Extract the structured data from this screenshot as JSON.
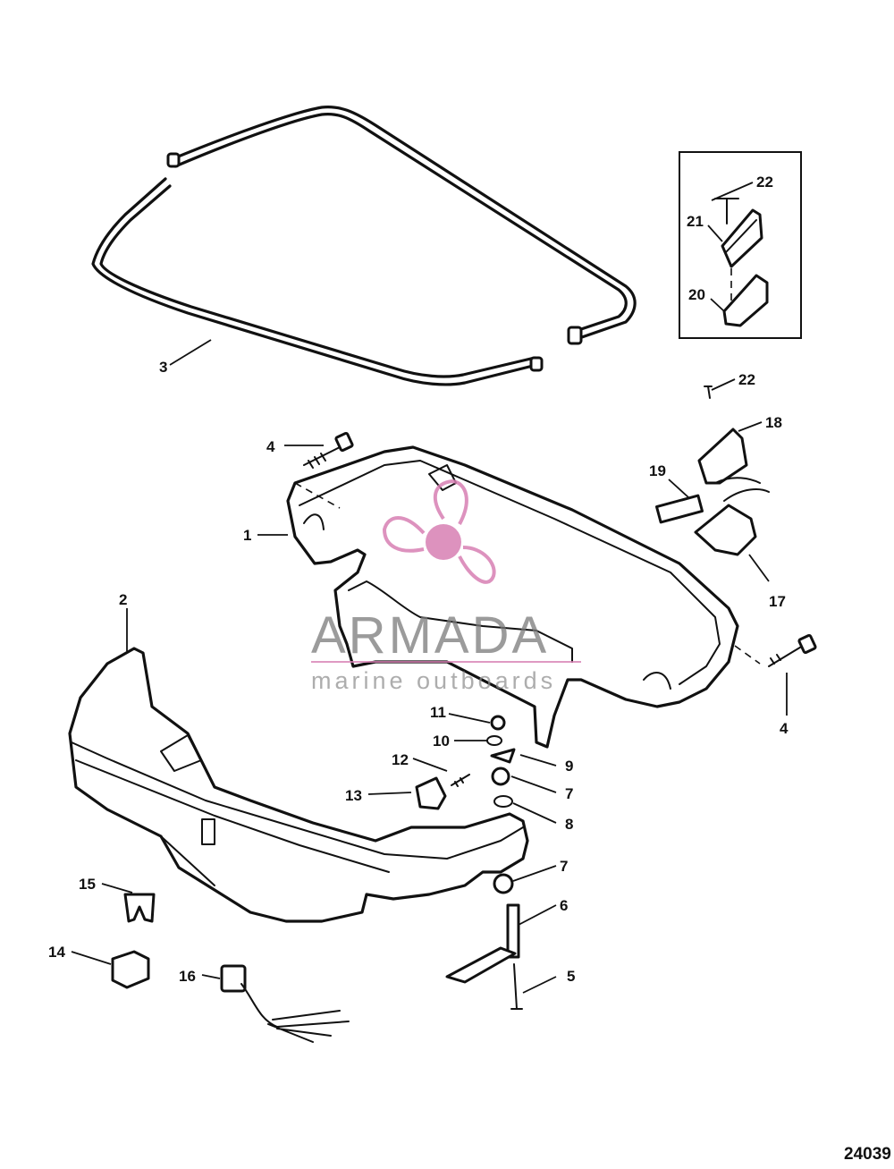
{
  "diagram": {
    "drawing_number": "24039",
    "callouts": [
      "1",
      "2",
      "3",
      "4",
      "4",
      "5",
      "6",
      "7",
      "7",
      "8",
      "9",
      "10",
      "11",
      "12",
      "13",
      "14",
      "15",
      "16",
      "17",
      "18",
      "19",
      "20",
      "21",
      "22",
      "22"
    ]
  },
  "watermark": {
    "brand": "ARMADA",
    "tagline": "marine outboards",
    "accent_color": "#d77fb3",
    "text_color": "#7a7a7a"
  },
  "colors": {
    "line": "#111111",
    "background": "#ffffff"
  }
}
